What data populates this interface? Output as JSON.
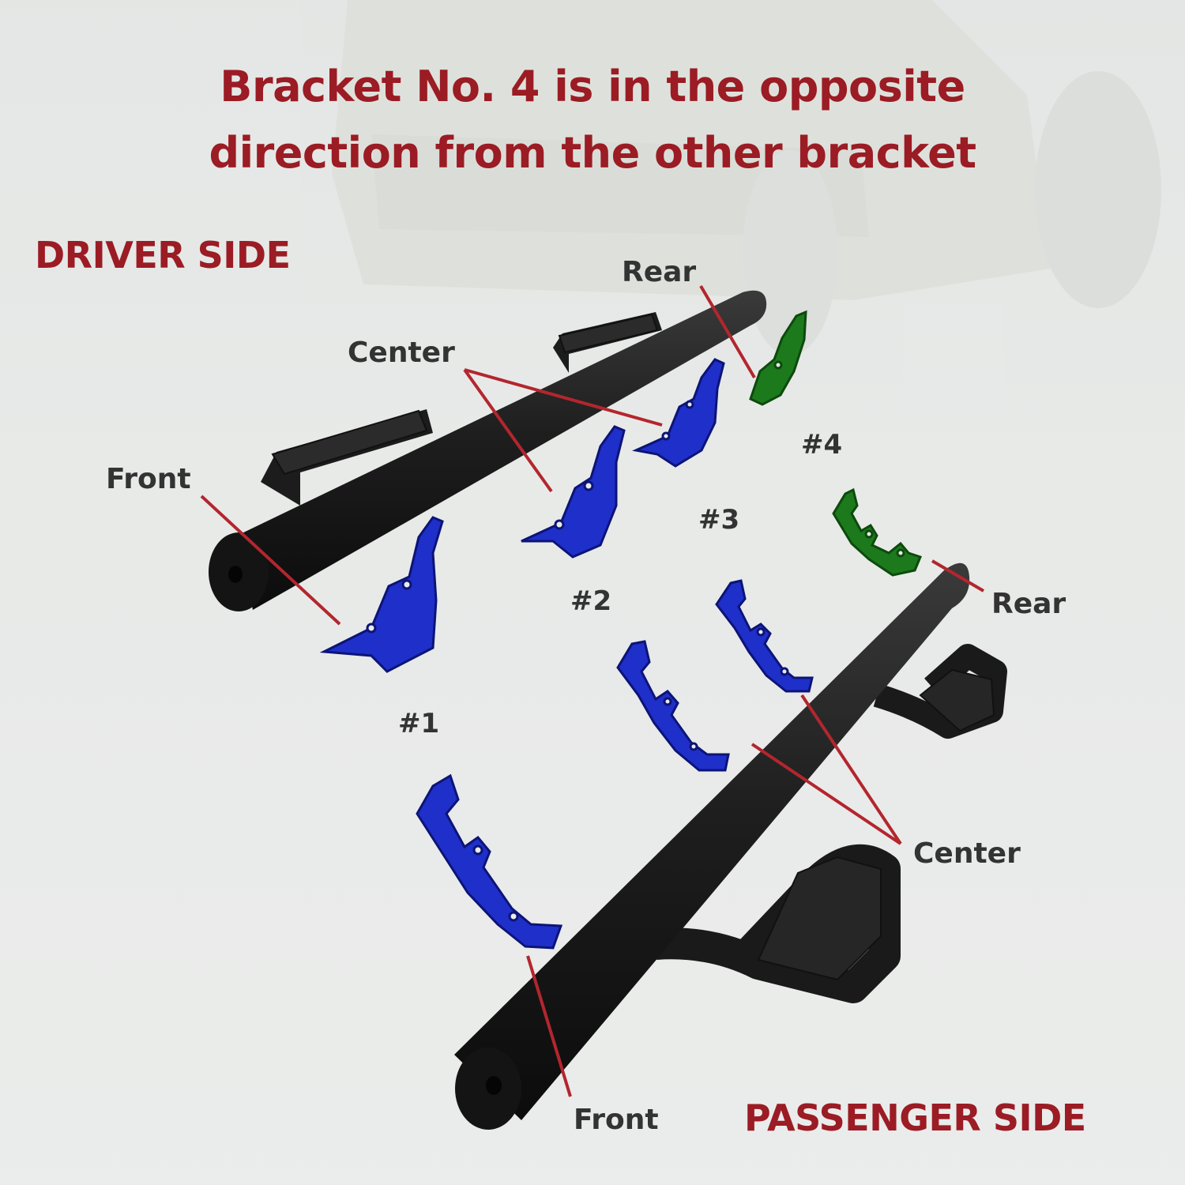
{
  "heading": {
    "line1": "Bracket No. 4 is in the opposite",
    "line2": "direction from the other bracket"
  },
  "driver_side": {
    "title": "DRIVER SIDE",
    "labels": {
      "rear": "Rear",
      "center": "Center",
      "front": "Front"
    }
  },
  "passenger_side": {
    "title": "PASSENGER SIDE",
    "labels": {
      "rear": "Rear",
      "center": "Center",
      "front": "Front"
    }
  },
  "bracket_numbers": [
    "#1",
    "#2",
    "#3",
    "#4"
  ],
  "colors": {
    "title_red": "#9b1c24",
    "callout_red": "#b3262e",
    "label_gray": "#333333",
    "bracket_blue": "#1f2fc9",
    "bracket_green": "#1c7a1c",
    "bar_black": "#1b1b1b",
    "background": "#e9ebea"
  }
}
